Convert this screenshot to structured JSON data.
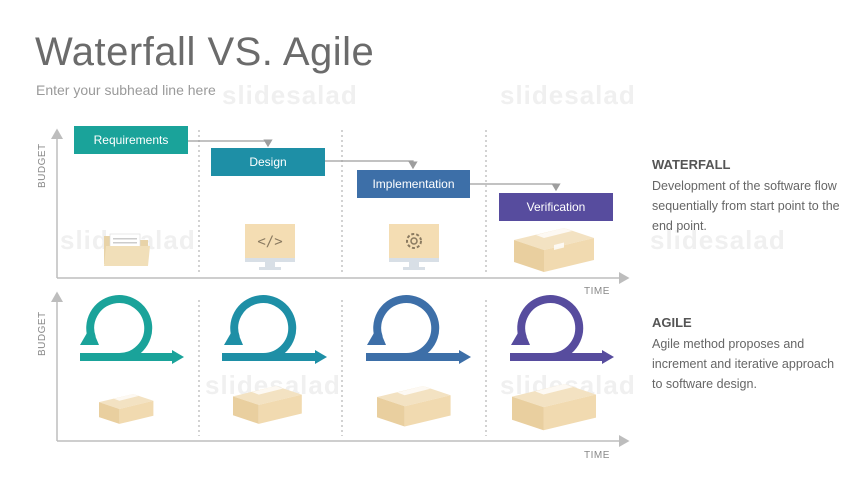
{
  "title": "Waterfall VS. Agile",
  "subhead": "Enter your subhead line here",
  "watermark": "slidesalad",
  "axis": {
    "budget": "BUDGET",
    "time": "TIME"
  },
  "waterfall": {
    "steps": [
      {
        "label": "Requirements",
        "color": "#1aa39a"
      },
      {
        "label": "Design",
        "color": "#1e8fa6"
      },
      {
        "label": "Implementation",
        "color": "#3d6fa8"
      },
      {
        "label": "Verification",
        "color": "#574c9e"
      }
    ],
    "heading": "WATERFALL",
    "text": "Development of the software flow sequentially from start point to the end point."
  },
  "agile": {
    "colors": [
      "#1aa39a",
      "#1e8fa6",
      "#3d6fa8",
      "#574c9e"
    ],
    "heading": "AGILE",
    "text": "Agile method proposes and increment and iterative approach to software design."
  },
  "icons": [
    "folder-icon",
    "code-monitor-icon",
    "gear-monitor-icon",
    "box-icon"
  ]
}
